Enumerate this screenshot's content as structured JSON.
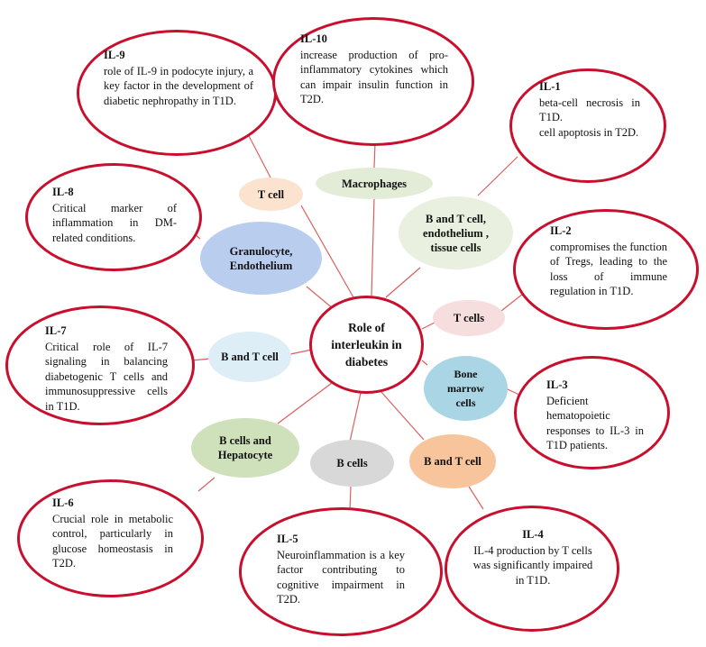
{
  "center": {
    "title": "Role of interleukin in diabetes"
  },
  "cells": {
    "t_cell_top": "T cell",
    "macrophages": "Macrophages",
    "b_t_endothelium": "B and T cell, endothelium , tissue cells",
    "granulocyte": "Granulocyte, Endothelium",
    "t_cells": "T cells",
    "b_t_cell_left": "B and T cell",
    "bone_marrow": "Bone marrow cells",
    "b_hepatocyte": "B cells and Hepatocyte",
    "b_cells": "B cells",
    "b_t_cell_bottom": "B and T cell"
  },
  "interleukins": {
    "il9": {
      "name": "IL-9",
      "text": "role of IL-9 in podocyte injury, a key factor in the development of diabetic nephropathy in T1D."
    },
    "il10": {
      "name": "IL-10",
      "text": "increase production of pro-inflammatory cytokines which can impair insulin function in T2D."
    },
    "il1": {
      "name": "IL-1",
      "text1": "beta-cell necrosis in T1D.",
      "text2": "cell apoptosis in T2D."
    },
    "il8": {
      "name": "IL-8",
      "text": "Critical marker of inflammation in DM-related conditions."
    },
    "il2": {
      "name": "IL-2",
      "text": "compromises the function of Tregs, leading to the loss of immune regulation in T1D."
    },
    "il7": {
      "name": "IL-7",
      "text": "Critical role of IL-7 signaling in balancing diabetogenic T cells and immunosuppressive cells in T1D."
    },
    "il3": {
      "name": "IL-3",
      "text": "Deficient hematopoietic responses to IL-3 in T1D patients."
    },
    "il6": {
      "name": "IL-6",
      "text": "Crucial role in metabolic control, particularly in glucose homeostasis in T2D."
    },
    "il5": {
      "name": "IL-5",
      "text": "Neuroinflammation is a key factor contributing to cognitive impairment in T2D."
    },
    "il4": {
      "name": "IL-4",
      "text": "IL-4 production by T cells was significantly impaired in T1D."
    }
  },
  "colors": {
    "ring": "#c8102e",
    "connector": "#d9605e",
    "t_cell_top": "#fbe3cf",
    "macrophages": "#e2ecd6",
    "b_t_endothelium": "#e9f0e0",
    "granulocyte": "#b9cdee",
    "t_cells": "#f6dede",
    "b_t_cell_left": "#deeef7",
    "bone_marrow": "#a9d5e4",
    "b_hepatocyte": "#cfe1bb",
    "b_cells": "#d8d8d8",
    "b_t_cell_bottom": "#f8c49b"
  }
}
